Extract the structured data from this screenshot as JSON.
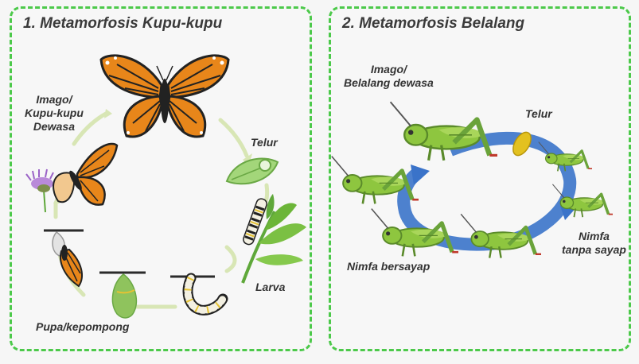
{
  "panel1": {
    "title": "1. Metamorfosis Kupu-kupu",
    "labels": {
      "imago": "Imago/\nKupu-kupu\nDewasa",
      "telur": "Telur",
      "larva": "Larva",
      "pupa": "Pupa/kepompong"
    }
  },
  "panel2": {
    "title": "2. Metamorfosis Belalang",
    "labels": {
      "imago": "Imago/\nBelalang dewasa",
      "telur": "Telur",
      "nimfa_tanpa": "Nimfa\ntanpa sayap",
      "nimfa_bersayap": "Nimfa bersayap"
    }
  },
  "colors": {
    "border": "#4cc94a",
    "butterfly_orange": "#e8861a",
    "grasshopper_green": "#8ec63f",
    "cycle_arrow_blue": "#3a73c9",
    "cycle_arrow_light": "#d8e6b5"
  }
}
